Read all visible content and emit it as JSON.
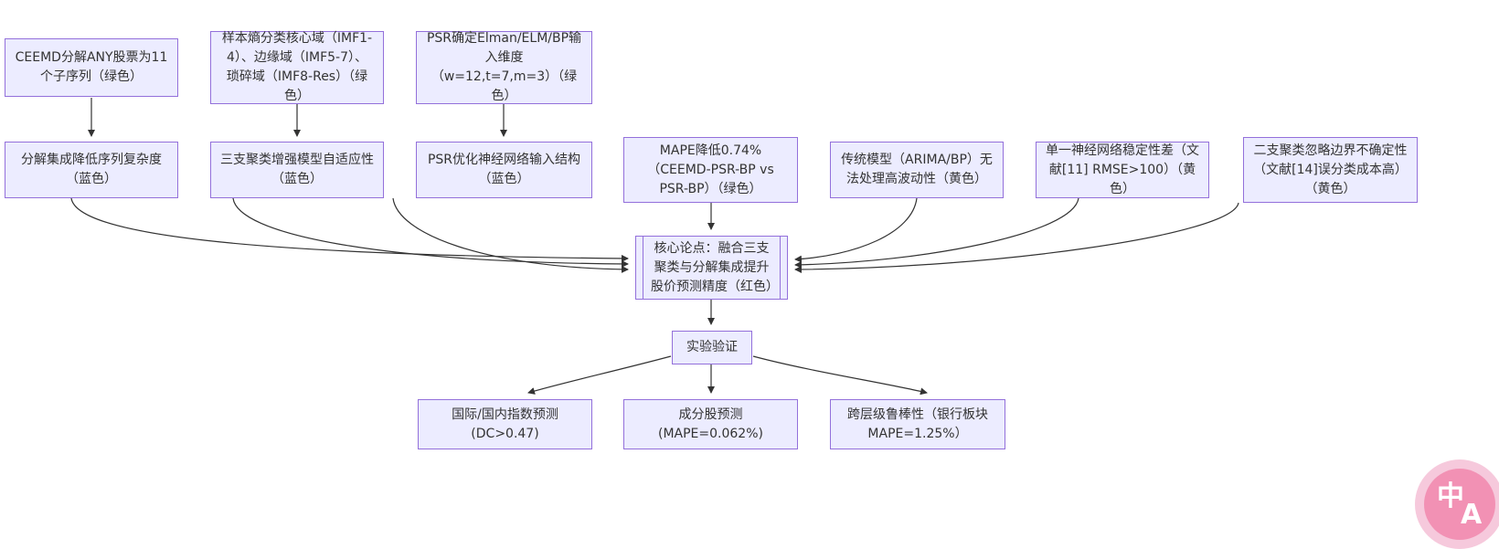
{
  "colors": {
    "node_fill": "#ECECFF",
    "node_border": "#9370DB",
    "edge": "#333333",
    "text": "#333333",
    "translate_outer": "#F6C9DC",
    "translate_inner": "#F291B4",
    "translate_glyph": "#FFFFFF",
    "page_bg": "#FFFFFF"
  },
  "diagram": {
    "type": "flowchart",
    "nodes": [
      {
        "id": "a",
        "label": "CEEMD分解ANY股票为11个子序列（绿色）",
        "shape": "rect"
      },
      {
        "id": "b",
        "label": "样本熵分类核心域（IMF1-4）、边缘域（IMF5-7）、琐碎域（IMF8-Res）（绿色）",
        "shape": "rect"
      },
      {
        "id": "c",
        "label": "PSR确定Elman/ELM/BP输入维度（w=12,t=7,m=3）（绿色）",
        "shape": "rect"
      },
      {
        "id": "d",
        "label": "分解集成降低序列复杂度（蓝色）",
        "shape": "rect"
      },
      {
        "id": "e",
        "label": "三支聚类增强模型自适应性（蓝色）",
        "shape": "rect"
      },
      {
        "id": "f",
        "label": "PSR优化神经网络输入结构（蓝色）",
        "shape": "rect"
      },
      {
        "id": "g",
        "label": "MAPE降低0.74%（CEEMD-PSR-BP vs PSR-BP）（绿色）",
        "shape": "rect"
      },
      {
        "id": "h",
        "label": "传统模型（ARIMA/BP）无法处理高波动性（黄色）",
        "shape": "rect"
      },
      {
        "id": "i",
        "label": "单一神经网络稳定性差（文献[11] RMSE>100）（黄色）",
        "shape": "rect"
      },
      {
        "id": "j",
        "label": "二支聚类忽略边界不确定性（文献[14]误分类成本高）（黄色）",
        "shape": "rect"
      },
      {
        "id": "core",
        "label": "核心论点：融合三支聚类与分解集成提升股价预测精度（红色）",
        "shape": "subroutine"
      },
      {
        "id": "verify",
        "label": "实验验证",
        "shape": "rect"
      },
      {
        "id": "k",
        "label": "国际/国内指数预测 (DC>0.47)",
        "shape": "rect"
      },
      {
        "id": "l",
        "label": "成分股预测 (MAPE=0.062%)",
        "shape": "rect"
      },
      {
        "id": "m",
        "label": "跨层级鲁棒性（银行板块MAPE=1.25%）",
        "shape": "rect"
      }
    ],
    "edges": [
      {
        "from": "a",
        "to": "d"
      },
      {
        "from": "b",
        "to": "e"
      },
      {
        "from": "c",
        "to": "f"
      },
      {
        "from": "d",
        "to": "core"
      },
      {
        "from": "e",
        "to": "core"
      },
      {
        "from": "f",
        "to": "core"
      },
      {
        "from": "g",
        "to": "core"
      },
      {
        "from": "h",
        "to": "core"
      },
      {
        "from": "i",
        "to": "core"
      },
      {
        "from": "j",
        "to": "core"
      },
      {
        "from": "core",
        "to": "verify"
      },
      {
        "from": "verify",
        "to": "k"
      },
      {
        "from": "verify",
        "to": "l"
      },
      {
        "from": "verify",
        "to": "m"
      }
    ]
  },
  "translate_button": {
    "char_top": "中",
    "char_bottom": "A"
  }
}
